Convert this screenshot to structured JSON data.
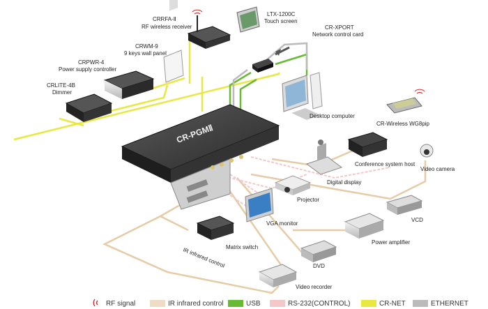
{
  "device_title": "CR-PGMⅡ",
  "labels": {
    "rf_receiver": [
      "CRRFA-Ⅱ",
      "RF wireless receiver"
    ],
    "touch_screen": [
      "LTX-1200C",
      "Touch screen"
    ],
    "xport": [
      "CR-XPORT",
      "Network control card"
    ],
    "wall_panel": [
      "CRWM-9",
      "9 keys wall panel"
    ],
    "power_ctrl": [
      "CRPWR-4",
      "Power supply controller"
    ],
    "dimmer": [
      "CRLITE-4B",
      "Dimmer"
    ],
    "desktop": "Desktop computer",
    "wireless": "CR-Wireless WG8pip",
    "conference": "Conference system host",
    "camera": "Video camera",
    "display": "Digital display",
    "projector": "Projector",
    "vga": "VGA monitor",
    "vcd": "VCD",
    "amplifier": "Power amplifier",
    "matrix": "Matrix switch",
    "dvd": "DVD",
    "recorder": "Video recorder",
    "ir_path": "IR infrared control"
  },
  "legend": [
    {
      "label": "RF signal",
      "color": "#d02020"
    },
    {
      "label": "IR infrared control",
      "color": "#f0dcc4"
    },
    {
      "label": "USB",
      "color": "#66bb33"
    },
    {
      "label": "RS-232(CONTROL)",
      "color": "#f4c8c8"
    },
    {
      "label": "CR-NET",
      "color": "#e8e840"
    },
    {
      "label": "ETHERNET",
      "color": "#bbbbbb"
    }
  ]
}
